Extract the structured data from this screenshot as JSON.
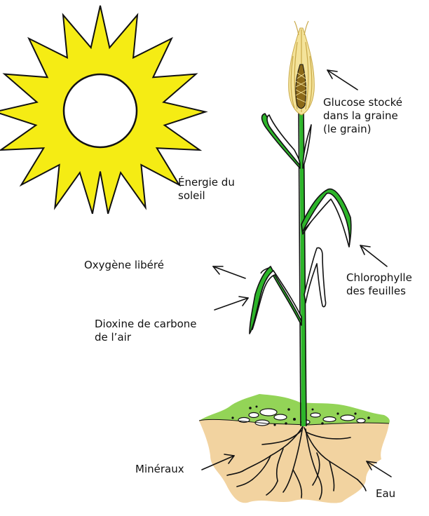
{
  "labels": {
    "glucose": [
      "Glucose stocké",
      "dans la graine",
      "(le grain)"
    ],
    "energy": [
      "Énergie du",
      "soleil"
    ],
    "oxygen": [
      "Oxygène libéré"
    ],
    "chlorophyll": [
      "Chlorophylle",
      "des feuilles"
    ],
    "carbon": [
      "Dioxine de carbone",
      "de l’air"
    ],
    "minerals": [
      "Minéraux"
    ],
    "water": [
      "Eau"
    ]
  },
  "colors": {
    "sun_fill": "#f5ec14",
    "sun_core": "#ffffff",
    "leaf_green": "#2db52a",
    "stem_green": "#2db52a",
    "grain": "#f4e39a",
    "grain_dark": "#c8a848",
    "ground_green": "#93d457",
    "soil": "#f2d3a0",
    "outline": "#111111"
  }
}
